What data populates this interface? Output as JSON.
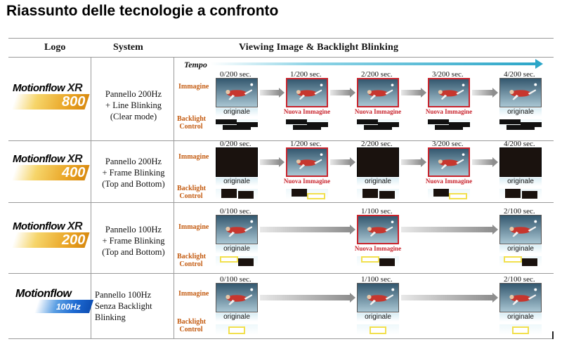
{
  "page_title": "Riassunto delle tecnologie a confronto",
  "headers": {
    "logo": "Logo",
    "system": "System",
    "viewing": "Viewing  Image  &  Backlight Blinking"
  },
  "tempo_label": "Tempo",
  "labels": {
    "immagine": "Immagine",
    "backlight": "Backlight Control"
  },
  "captions": {
    "originale": "originale",
    "nuova": "Nuova Immagine"
  },
  "rows": [
    {
      "logo": {
        "text": "Motionflow",
        "suffix": "XR",
        "number": "800",
        "color": "gold"
      },
      "system": [
        "Pannello 200Hz",
        "+ Line Blinking",
        "(Clear mode)"
      ],
      "times": [
        "0/200 sec.",
        "1/200 sec.",
        "2/200 sec.",
        "3/200 sec.",
        "4/200 sec."
      ]
    },
    {
      "logo": {
        "text": "Motionflow",
        "suffix": "XR",
        "number": "400",
        "color": "gold"
      },
      "system": [
        "Pannello 200Hz",
        "+ Frame Blinking",
        "(Top and Bottom)"
      ],
      "times": [
        "0/200 sec.",
        "1/200 sec.",
        "2/200 sec.",
        "3/200 sec.",
        "4/200 sec."
      ]
    },
    {
      "logo": {
        "text": "Motionflow",
        "suffix": "XR",
        "number": "200",
        "color": "gold"
      },
      "system": [
        "Pannello 100Hz",
        "+   Frame Blinking",
        "(Top and Bottom)"
      ],
      "times": [
        "0/100 sec.",
        "1/100 sec.",
        "2/100 sec."
      ]
    },
    {
      "logo": {
        "text": "Motionflow",
        "suffix": "",
        "number": "100Hz",
        "color": "blue"
      },
      "system": [
        "Pannello 100Hz",
        "Senza Backlight",
        "Blinking"
      ],
      "times": [
        "0/100 sec.",
        "1/100 sec.",
        "2/100 sec."
      ]
    }
  ]
}
